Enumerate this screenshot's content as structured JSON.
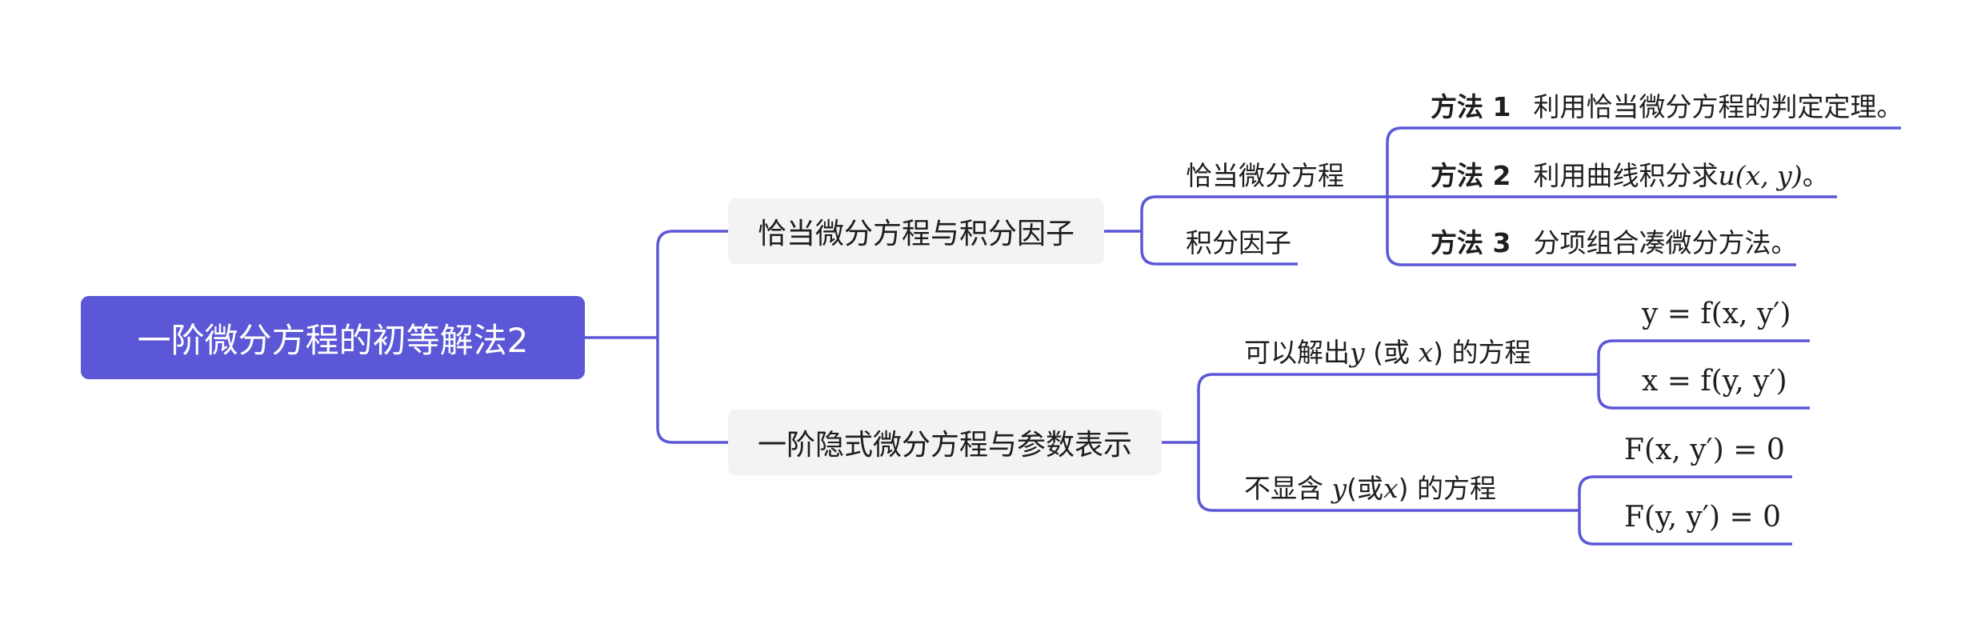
{
  "root": {
    "label": "一阶微分方程的初等解法2"
  },
  "branch1": {
    "label": "恰当微分方程与积分因子",
    "sub1": "恰当微分方程",
    "sub2": "积分因子",
    "methods": [
      {
        "tag": "方法 1",
        "text": "利用恰当微分方程的判定定理。"
      },
      {
        "tag": "方法 2",
        "text": "利用曲线积分求",
        "math": "u(x, y)",
        "tail": "。"
      },
      {
        "tag": "方法 3",
        "text": "分项组合凑微分方法。"
      }
    ]
  },
  "branch2": {
    "label": "一阶隐式微分方程与参数表示",
    "sub1": {
      "pre": "可以解出",
      "v1": "y",
      "mid": " (或 ",
      "v2": "x",
      "post": ") 的方程"
    },
    "sub2": {
      "pre": "不显含 ",
      "v1": "y",
      "mid": "(或",
      "v2": "x",
      "post": ") 的方程"
    },
    "eqs1": [
      "y = f(x, y′)",
      "x = f(y, y′)"
    ],
    "eqs2": [
      "F(x, y′) = 0",
      "F(y, y′) = 0"
    ]
  },
  "colors": {
    "line": "#5b57d6",
    "root_bg": "#5b57d6",
    "node_bg": "#f3f3f3"
  }
}
